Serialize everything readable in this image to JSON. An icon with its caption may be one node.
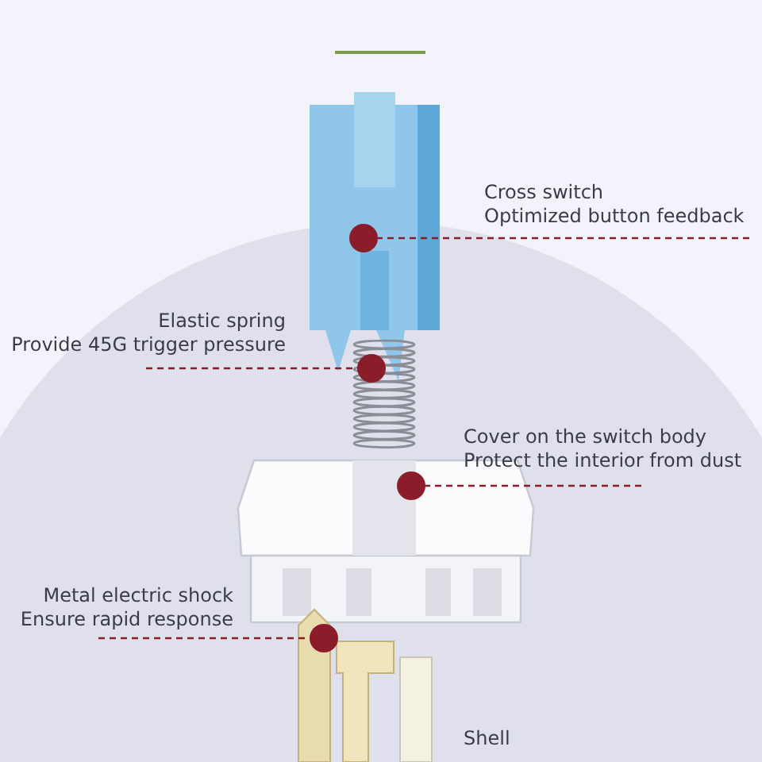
{
  "diagram": {
    "nodes": [
      {
        "text": [
          "Cross switch",
          "Optimized button feedback"
        ]
      },
      {
        "text": [
          "Elastic spring",
          "Provide 45G trigger pressure"
        ]
      },
      {
        "text": [
          "Cover on the switch body",
          "Protect the interior from dust"
        ]
      },
      {
        "text": [
          "Metal electric shock",
          "Ensure rapid response"
        ]
      },
      {
        "text": [],
        "shape": "picture"
      },
      {
        "text": [],
        "shape": "picture"
      },
      {
        "text": [],
        "shape": "picture"
      },
      {
        "text": [],
        "shape": "picture"
      }
    ],
    "edges": [
      {
        "from": 0,
        "to": 4,
        "arrow": "other",
        "style": "dashed"
      },
      {
        "from": 1,
        "to": 5,
        "arrow": "other",
        "style": "dashed"
      },
      {
        "from": 2,
        "to": 6,
        "arrow": "other",
        "style": "dashed"
      },
      {
        "from": 3,
        "to": 7,
        "arrow": "other",
        "style": "dashed"
      }
    ],
    "labels": [
      "Shell"
    ]
  }
}
